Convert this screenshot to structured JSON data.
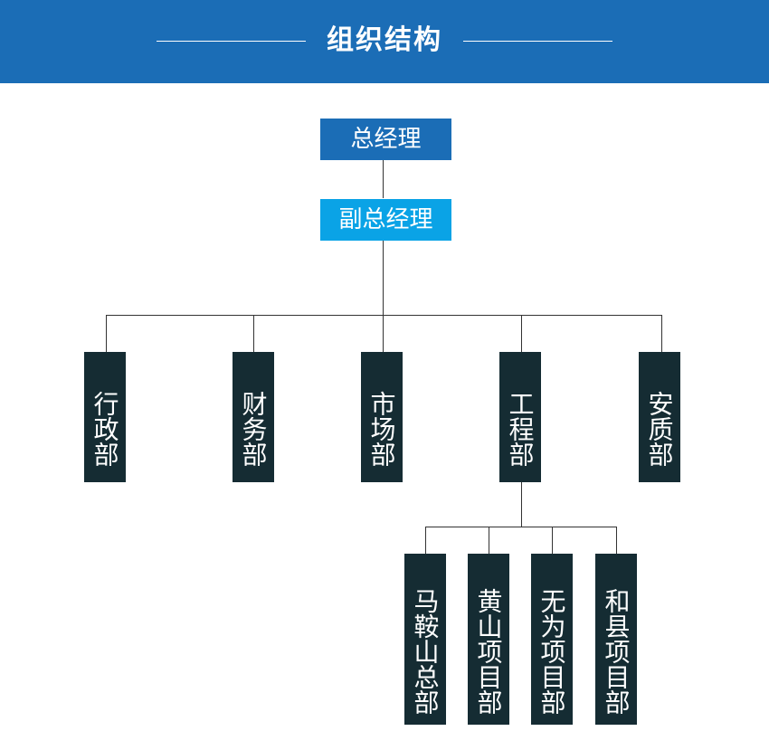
{
  "header": {
    "title": "组织结构",
    "background_color": "#1b6db6"
  },
  "org": {
    "general_manager": "总经理",
    "deputy_general_manager": "副总经理",
    "departments": [
      {
        "key": "admin",
        "label": "行政部"
      },
      {
        "key": "finance",
        "label": "财务部"
      },
      {
        "key": "market",
        "label": "市场部"
      },
      {
        "key": "engineering",
        "label": "工程部"
      },
      {
        "key": "safety",
        "label": "安质部"
      }
    ],
    "projects": [
      {
        "key": "maanshan",
        "label": "马鞍山总部"
      },
      {
        "key": "huangshan",
        "label": "黄山项目部"
      },
      {
        "key": "wuwei",
        "label": "无为项目部"
      },
      {
        "key": "hexian",
        "label": "和县项目部"
      }
    ],
    "colors": {
      "general_manager": "#1b6db6",
      "deputy": "#0aa3e6",
      "box": "#152c33",
      "connector": "#333333"
    }
  }
}
